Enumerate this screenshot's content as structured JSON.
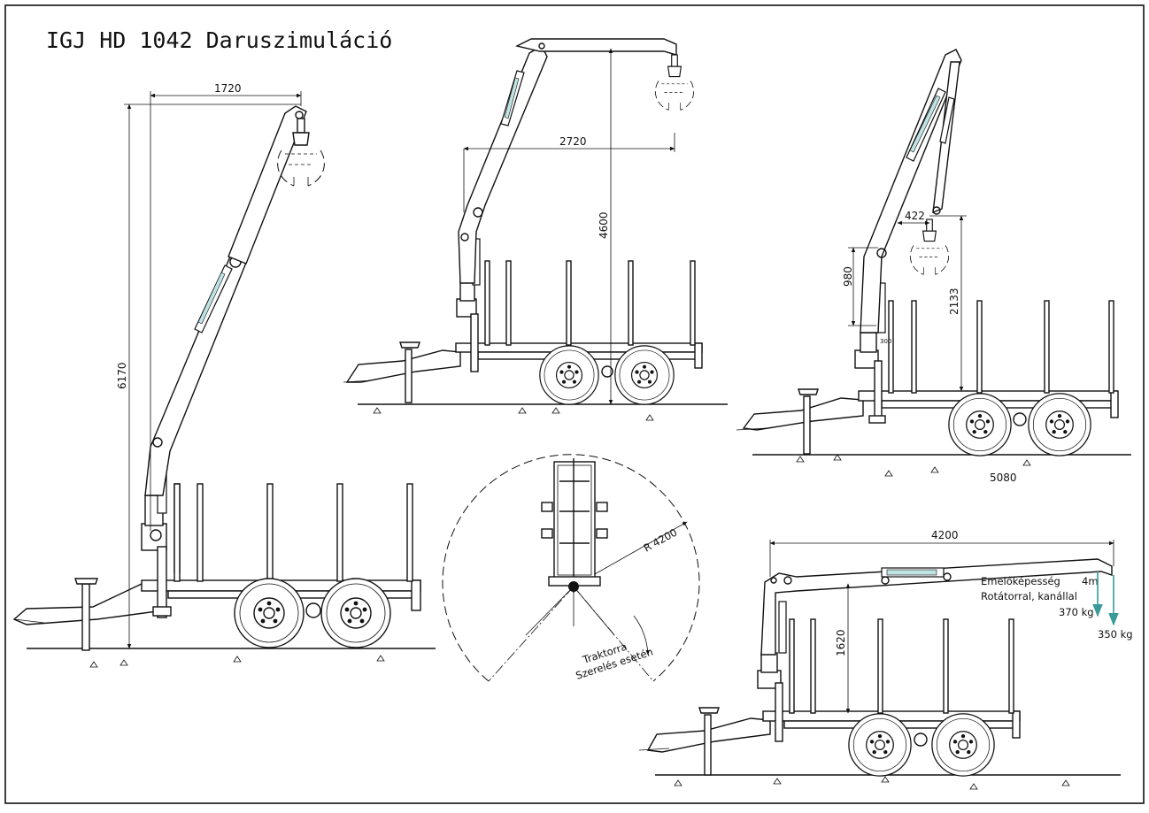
{
  "title": "IGJ HD 1042 Daruszimuláció",
  "views": {
    "left": {
      "height_dim": "6170",
      "reach_dim": "1720"
    },
    "middle": {
      "height_dim": "4600",
      "reach_dim": "2720"
    },
    "right": {
      "dim_422": "422",
      "dim_980": "980",
      "dim_2133": "2133",
      "dim_300": "300",
      "length_dim": "5080"
    },
    "top_view": {
      "radius_label": "R 4200",
      "slewing_note_line1": "Traktorra",
      "slewing_note_line2": "Szerelés esetén"
    },
    "bottom_right": {
      "reach_dim": "4200",
      "height_dim": "1620",
      "capacity_title": "Emelőképesség",
      "capacity_subtitle": "Rotátorral, kanállal",
      "reach_label": "4m",
      "load_1": "370 kg",
      "load_2": "350 kg"
    }
  },
  "colors": {
    "cylinder_fill": "#bfe3e3",
    "line": "#111111",
    "background": "#ffffff"
  }
}
